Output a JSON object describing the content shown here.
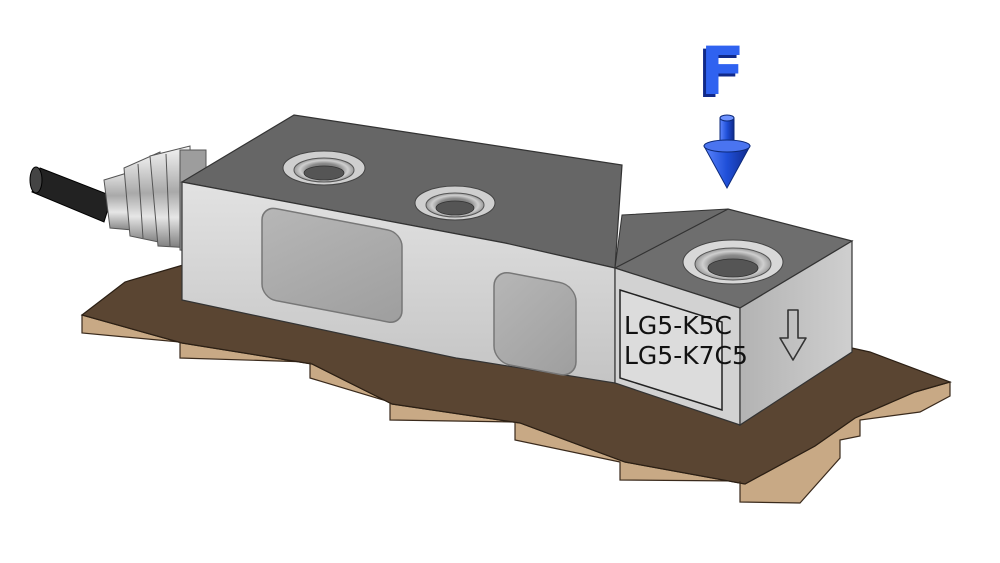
{
  "labels": {
    "force": "F",
    "model_line_1": "LG5-K5C",
    "model_line_2": "LG5-K7C5"
  },
  "icons": {
    "force_arrow": "down-arrow-cone-icon",
    "direction_arrow": "down-arrow-outline-icon"
  },
  "colors": {
    "background": "#ffffff",
    "base_top": "#5a4532",
    "base_edge": "#c8a985",
    "beam_top": "#666666",
    "beam_face": "#cfcfcf",
    "beam_end": "#bdbdbd",
    "force_blue": "#1f4fd8",
    "cable": "#222222"
  }
}
